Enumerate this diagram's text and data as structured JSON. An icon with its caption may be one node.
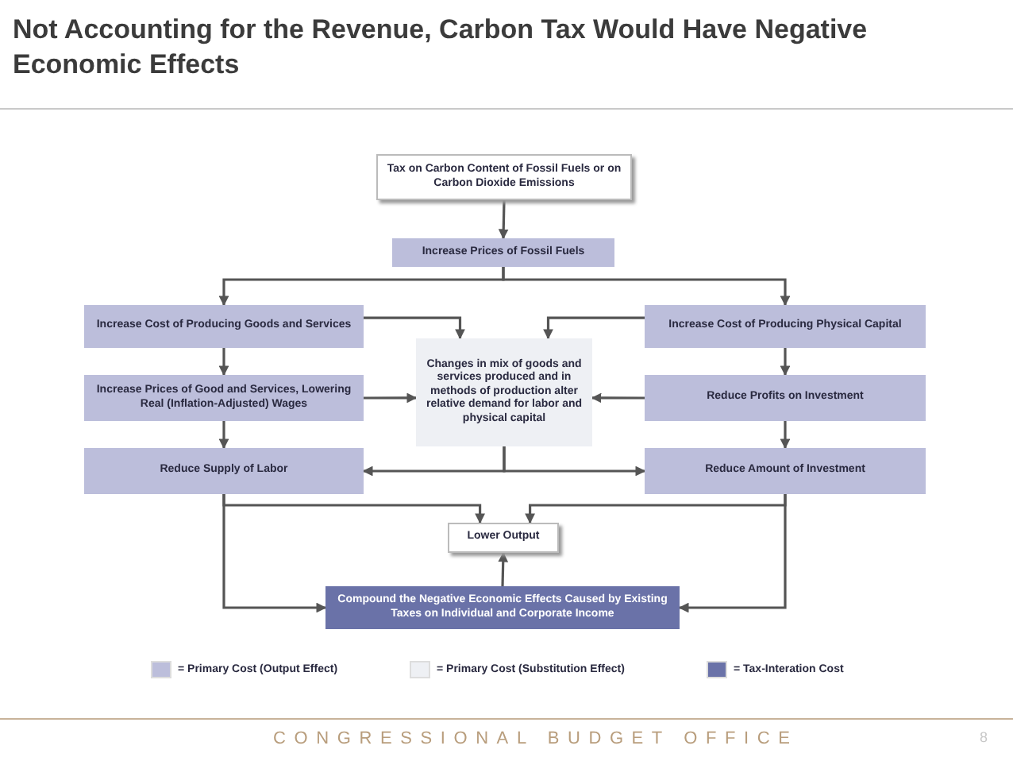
{
  "diagram": {
    "title": "Not Accounting for the Revenue, Carbon Tax Would Have Negative Economic Effects",
    "nodes": [
      {
        "text": [
          "Tax on Carbon Content of Fossil Fuels or on Carbon Dioxide Emissions"
        ]
      },
      {
        "text": [
          "Increase Prices of Fossil Fuels"
        ]
      },
      {
        "text": [
          "Increase Cost of Producing Goods and Services"
        ]
      },
      {
        "text": [
          "Changes in mix of goods and services produced and in methods of production alter relative demand for labor and physical capital"
        ]
      },
      {
        "text": [
          "Increase Cost of Producing Physical Capital"
        ]
      },
      {
        "text": [
          "Increase Prices of Good and Services, Lowering Real (Inflation-Adjusted) Wages"
        ]
      },
      {
        "text": [
          "Reduce Profits on Investment"
        ]
      },
      {
        "text": [
          "Reduce Supply of Labor"
        ]
      },
      {
        "text": [
          "Reduce Amount of Investment"
        ]
      },
      {
        "text": [
          "Lower Output"
        ]
      },
      {
        "text": [
          "Compound the Negative Economic Effects Caused by Existing Taxes on Individual and Corporate Income"
        ]
      }
    ],
    "edges": [
      {
        "from": 0,
        "to": 1,
        "arrow": "to"
      },
      {
        "from": 1,
        "to": 2,
        "arrow": "to"
      },
      {
        "from": 1,
        "to": 4,
        "arrow": "to"
      },
      {
        "from": 2,
        "to": 3,
        "arrow": "to"
      },
      {
        "from": 4,
        "to": 3,
        "arrow": "to"
      },
      {
        "from": 2,
        "to": 5,
        "arrow": "to"
      },
      {
        "from": 5,
        "to": 7,
        "arrow": "to"
      },
      {
        "from": 4,
        "to": 6,
        "arrow": "to"
      },
      {
        "from": 6,
        "to": 8,
        "arrow": "to"
      },
      {
        "from": 5,
        "to": 3,
        "arrow": "to"
      },
      {
        "from": 6,
        "to": 3,
        "arrow": "to"
      },
      {
        "from": 3,
        "to": 7,
        "arrow": "to"
      },
      {
        "from": 3,
        "to": 8,
        "arrow": "to"
      },
      {
        "from": 7,
        "to": 9,
        "arrow": "to"
      },
      {
        "from": 8,
        "to": 9,
        "arrow": "to"
      },
      {
        "from": 7,
        "to": 10,
        "arrow": "to"
      },
      {
        "from": 8,
        "to": 10,
        "arrow": "to"
      },
      {
        "from": 10,
        "to": 9,
        "arrow": "to"
      }
    ],
    "labels": [
      "CONGRESSIONAL BUDGET OFFICE",
      "8"
    ],
    "legend": [
      {
        "text": "= Primary Cost (Output Effect)",
        "color": "#bcbedb"
      },
      {
        "text": "= Primary Cost (Substitution Effect)",
        "color": "#eef0f4"
      },
      {
        "text": "= Tax-Interation Cost",
        "color": "#6a72a8"
      }
    ]
  }
}
